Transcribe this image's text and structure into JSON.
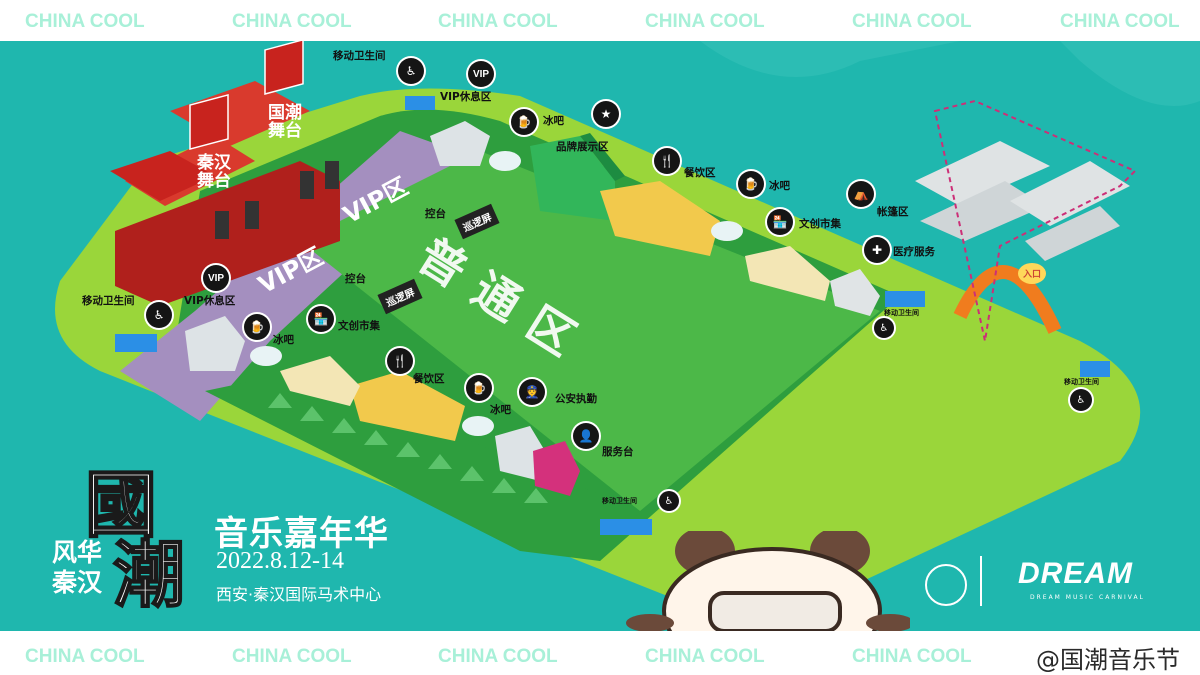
{
  "watermark": {
    "text": "CHINA COOL"
  },
  "colors": {
    "background_teal": "#1fb7ae",
    "grass": "#4cb848",
    "track": "#9ad63a",
    "vip_zone": "#a48fbf",
    "stage_red": "#c8231e"
  },
  "map": {
    "zones": {
      "vip_left": "VIP区",
      "vip_right": "VIP区",
      "general_zone": "普通区"
    },
    "stage_sign_left": "秦汉舞台",
    "stage_sign_right": "国潮舞台",
    "screen_1": "巡逻屏",
    "screen_2": "巡逻屏",
    "control_1": "控台",
    "control_2": "控台",
    "gate_sign": "入口"
  },
  "labels": {
    "toilet_top": "移动卫生间",
    "vip_lounge_top": "VIP休息区",
    "ice_bar_top": "冰吧",
    "brand_area": "品牌展示区",
    "dining_top": "餐饮区",
    "ice_bar_top2": "冰吧",
    "tent_area": "帐篷区",
    "cultural_top": "文创市集",
    "medical": "医疗服务",
    "toilet_right": "移动卫生间",
    "toilet_far_right": "移动卫生间",
    "toilet_left": "移动卫生间",
    "vip_lounge_left": "VIP休息区",
    "ice_bar_left": "冰吧",
    "cultural_left": "文创市集",
    "dining_bottom": "餐饮区",
    "ice_bar_bottom": "冰吧",
    "police": "公安执勤",
    "service": "服务台",
    "toilet_bottom": "移动卫生间"
  },
  "poster": {
    "seal_char_1": "國",
    "seal_char_2": "潮",
    "slogan_line1": "风华",
    "slogan_line2": "秦汉",
    "title": "音乐嘉年华",
    "date": "2022.8.12-14",
    "venue": "西安·秦汉国际马术中心",
    "brand": "DREAM",
    "brand_sub": "DREAM MUSIC CARNIVAL"
  },
  "weibo": {
    "handle": "@国潮音乐节"
  }
}
